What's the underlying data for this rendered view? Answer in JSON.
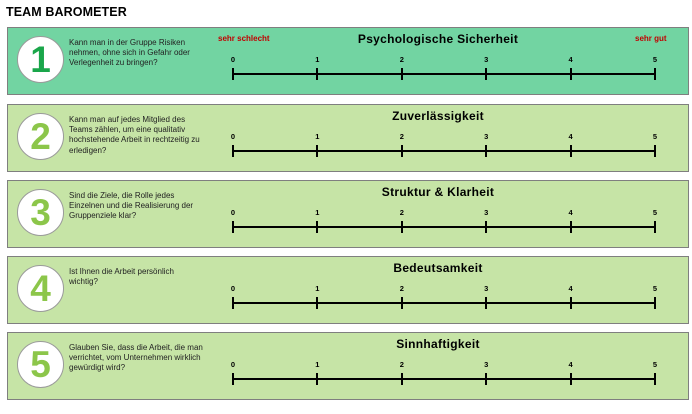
{
  "page_title": "TEAM BAROMETER",
  "scale": {
    "low_label": "sehr schlecht",
    "high_label": "sehr gut",
    "ticks": [
      "0",
      "1",
      "2",
      "3",
      "4",
      "5"
    ]
  },
  "colors": {
    "first_panel": "#72d4a2",
    "other_panels": "#c6e4a6",
    "first_number": "#1aa64a",
    "other_numbers": "#8cc64a",
    "extreme_labels": "#c00000"
  },
  "items": [
    {
      "number": "1",
      "heading": "Psychologische Sicherheit",
      "question": "Kann man in der Gruppe Risiken nehmen, ohne sich in Gefahr oder Verlegenheit zu bringen?"
    },
    {
      "number": "2",
      "heading": "Zuverlässigkeit",
      "question": "Kann man auf jedes Mitglied des Teams zählen, um eine qualitativ hochstehende Arbeit in rechtzeitig zu erledigen?"
    },
    {
      "number": "3",
      "heading": "Struktur & Klarheit",
      "question": "Sind die Ziele, die Rolle jedes Einzelnen und die Realisierung der Gruppenziele klar?"
    },
    {
      "number": "4",
      "heading": "Bedeutsamkeit",
      "question": "Ist Ihnen die Arbeit persönlich wichtig?"
    },
    {
      "number": "5",
      "heading": "Sinnhaftigkeit",
      "question": "Glauben Sie, dass die Arbeit, die man verrichtet, vom Unternehmen wirklich gewürdigt wird?"
    }
  ]
}
